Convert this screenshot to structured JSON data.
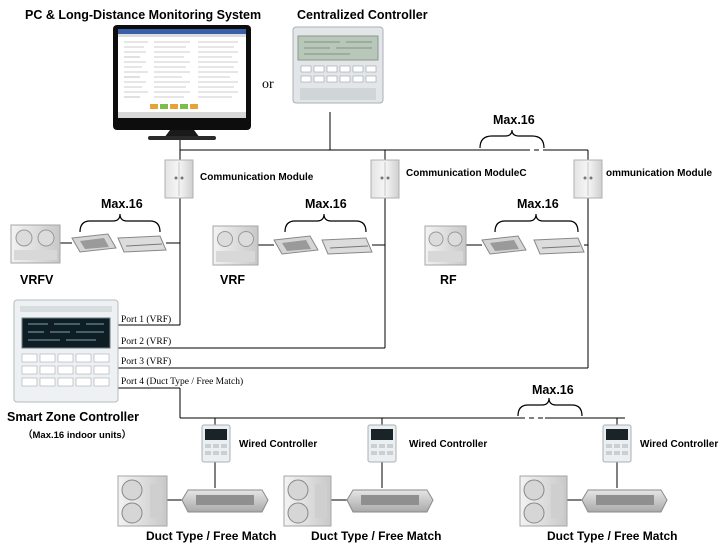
{
  "top": {
    "pc_system_title": "PC & Long-Distance Monitoring System",
    "centralized_title": "Centralized Controller",
    "or_label": "or",
    "max_top": "Max.16"
  },
  "modules": {
    "module1_label": "Communication Module",
    "module2_label": "Communication ModuleC",
    "module3_label": "ommunication Module"
  },
  "units": {
    "group1_label": "VRFV",
    "group2_label": "VRF",
    "group3_label": "RF",
    "max_label": "Max.16"
  },
  "smart_zone": {
    "title": "Smart Zone Controller",
    "subtitle": "（Max.16 indoor units）",
    "port1": "Port 1 (VRF)",
    "port2": "Port 2 (VRF)",
    "port3": "Port 3 (VRF)",
    "port4": "Port 4 (Duct Type / Free Match)"
  },
  "bottom": {
    "wired_label": "Wired Controller",
    "duct_label": "Duct Type / Free Match",
    "max_bottom": "Max.16"
  }
}
